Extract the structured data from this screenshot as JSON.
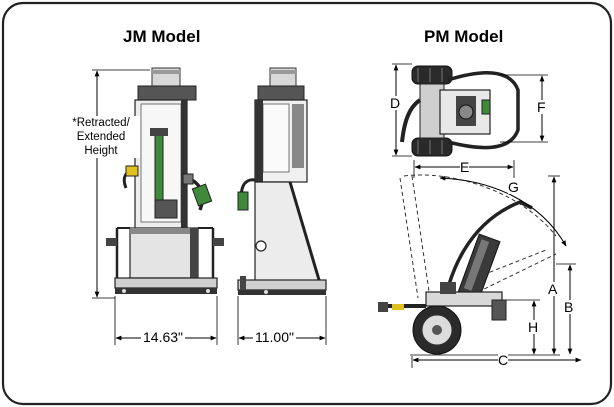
{
  "titles": {
    "jm": "JM Model",
    "pm": "PM Model"
  },
  "jm_note": {
    "line1": "*Retracted/",
    "line2": "Extended",
    "line3": "Height"
  },
  "jm_dims": {
    "width": "14.63\"",
    "depth": "11.00\""
  },
  "pm_labels": {
    "A": "A",
    "B": "B",
    "C": "C",
    "D": "D",
    "E": "E",
    "F": "F",
    "G": "G",
    "H": "H"
  },
  "colors": {
    "frame": "#222222",
    "machine_dark": "#1e1e1e",
    "machine_mid": "#6a6a6a",
    "machine_light": "#d8d8d8",
    "accent_green": "#3e8a3a",
    "accent_yellow": "#e0c020"
  }
}
